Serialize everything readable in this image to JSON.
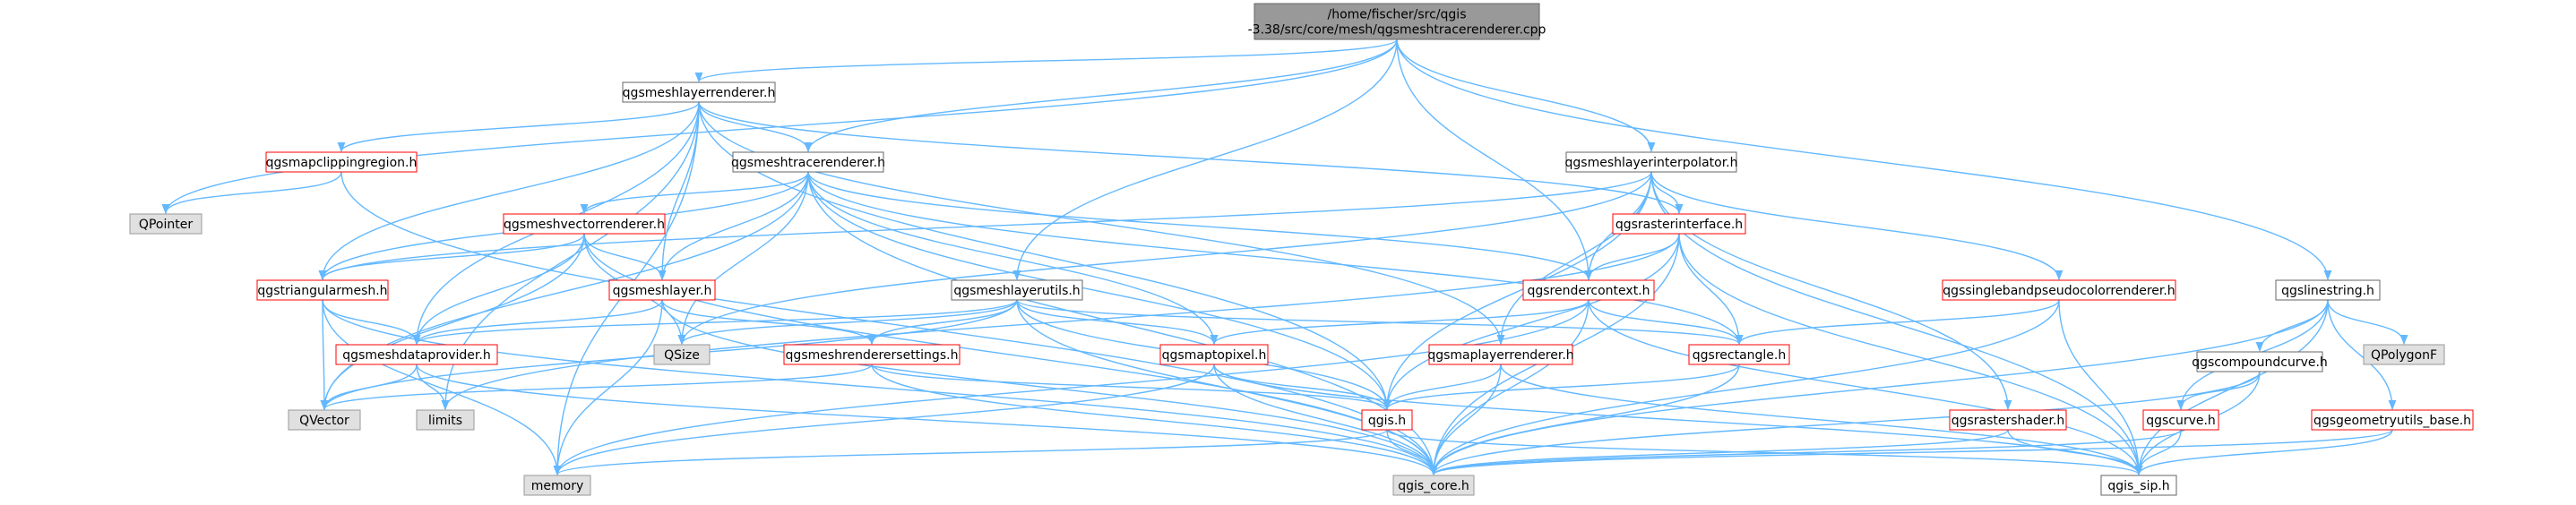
{
  "colors": {
    "edge": "#63B8FF",
    "root_fill": "#999999",
    "default_fill": "#ffffff",
    "default_stroke": "#666666",
    "red_stroke": "#ff0000",
    "grey_fill": "#e0e0e0",
    "grey_stroke": "#999999"
  },
  "nodes": {
    "root": {
      "lines": [
        "/home/fischer/src/qgis",
        "-3.38/src/core/mesh/qgsmeshtracerenderer.cpp"
      ],
      "style": "root"
    },
    "qgsmeshlayerrenderer": {
      "lines": [
        "qgsmeshlayerrenderer.h"
      ],
      "style": "default"
    },
    "qgsmapclippingregion": {
      "lines": [
        "qgsmapclippingregion.h"
      ],
      "style": "red"
    },
    "QPointer": {
      "lines": [
        "QPointer"
      ],
      "style": "grey"
    },
    "qgsmeshtracerenderer": {
      "lines": [
        "qgsmeshtracerenderer.h"
      ],
      "style": "default"
    },
    "qgsmeshlayerinterpolator": {
      "lines": [
        "qgsmeshlayerinterpolator.h"
      ],
      "style": "default"
    },
    "qgsmeshvectorrenderer": {
      "lines": [
        "qgsmeshvectorrenderer.h"
      ],
      "style": "red"
    },
    "qgsrasterinterface": {
      "lines": [
        "qgsrasterinterface.h"
      ],
      "style": "red"
    },
    "qgstriangularmesh": {
      "lines": [
        "qgstriangularmesh.h"
      ],
      "style": "red"
    },
    "qgsmeshlayer": {
      "lines": [
        "qgsmeshlayer.h"
      ],
      "style": "red"
    },
    "qgsmeshlayerutils": {
      "lines": [
        "qgsmeshlayerutils.h"
      ],
      "style": "default"
    },
    "qgsrendercontext": {
      "lines": [
        "qgsrendercontext.h"
      ],
      "style": "red"
    },
    "qgssinglebandpseudocolorrenderer": {
      "lines": [
        "qgssinglebandpseudocolorrenderer.h"
      ],
      "style": "red"
    },
    "qgslinestring": {
      "lines": [
        "qgslinestring.h"
      ],
      "style": "default"
    },
    "qgsmeshdataprovider": {
      "lines": [
        "qgsmeshdataprovider.h"
      ],
      "style": "red"
    },
    "QSize": {
      "lines": [
        "QSize"
      ],
      "style": "grey"
    },
    "qgsmeshrenderersettings": {
      "lines": [
        "qgsmeshrenderersettings.h"
      ],
      "style": "red"
    },
    "qgsmaptopixel": {
      "lines": [
        "qgsmaptopixel.h"
      ],
      "style": "red"
    },
    "qgsmaplayerrenderer": {
      "lines": [
        "qgsmaplayerrenderer.h"
      ],
      "style": "red"
    },
    "qgsrectangle": {
      "lines": [
        "qgsrectangle.h"
      ],
      "style": "red"
    },
    "qgscompoundcurve": {
      "lines": [
        "qgscompoundcurve.h"
      ],
      "style": "default"
    },
    "QPolygonF": {
      "lines": [
        "QPolygonF"
      ],
      "style": "grey"
    },
    "QVector": {
      "lines": [
        "QVector"
      ],
      "style": "grey"
    },
    "limits": {
      "lines": [
        "limits"
      ],
      "style": "grey"
    },
    "qgis": {
      "lines": [
        "qgis.h"
      ],
      "style": "red"
    },
    "qgsrastershader": {
      "lines": [
        "qgsrastershader.h"
      ],
      "style": "red"
    },
    "qgscurve": {
      "lines": [
        "qgscurve.h"
      ],
      "style": "red"
    },
    "qgsgeometryutils_base": {
      "lines": [
        "qgsgeometryutils_base.h"
      ],
      "style": "red"
    },
    "memory": {
      "lines": [
        "memory"
      ],
      "style": "grey"
    },
    "qgis_core": {
      "lines": [
        "qgis_core.h"
      ],
      "style": "grey"
    },
    "qgis_sip": {
      "lines": [
        "qgis_sip.h"
      ],
      "style": "default"
    }
  },
  "edges": [
    [
      "root",
      "qgsmeshlayerrenderer"
    ],
    [
      "root",
      "QPointer"
    ],
    [
      "root",
      "qgsmeshtracerenderer"
    ],
    [
      "root",
      "qgsmeshlayerinterpolator"
    ],
    [
      "root",
      "qgsmeshlayerutils"
    ],
    [
      "root",
      "qgsrendercontext"
    ],
    [
      "root",
      "qgslinestring"
    ],
    [
      "qgsmeshlayerrenderer",
      "qgsmapclippingregion"
    ],
    [
      "qgsmeshlayerrenderer",
      "qgsmeshtracerenderer"
    ],
    [
      "qgsmeshlayerrenderer",
      "qgsmeshlayer"
    ],
    [
      "qgsmeshlayerrenderer",
      "qgstriangularmesh"
    ],
    [
      "qgsmeshlayerrenderer",
      "qgsmeshdataprovider"
    ],
    [
      "qgsmeshlayerrenderer",
      "qgsrasterinterface"
    ],
    [
      "qgsmeshlayerrenderer",
      "qgsmaplayerrenderer"
    ],
    [
      "qgsmeshlayerrenderer",
      "qgis"
    ],
    [
      "qgsmeshlayerrenderer",
      "limits"
    ],
    [
      "qgsmeshlayerrenderer",
      "memory"
    ],
    [
      "qgsmapclippingregion",
      "QPointer"
    ],
    [
      "qgsmapclippingregion",
      "qgis_core"
    ],
    [
      "qgsmeshtracerenderer",
      "qgsmeshvectorrenderer"
    ],
    [
      "qgsmeshtracerenderer",
      "qgstriangularmesh"
    ],
    [
      "qgsmeshtracerenderer",
      "qgsmeshlayer"
    ],
    [
      "qgsmeshtracerenderer",
      "QSize"
    ],
    [
      "qgsmeshtracerenderer",
      "qgsrendercontext"
    ],
    [
      "qgsmeshtracerenderer",
      "qgsmaptopixel"
    ],
    [
      "qgsmeshtracerenderer",
      "qgis"
    ],
    [
      "qgsmeshtracerenderer",
      "qgis_core"
    ],
    [
      "qgsmeshtracerenderer",
      "qgsrectangle"
    ],
    [
      "qgsmeshtracerenderer",
      "QVector"
    ],
    [
      "qgsmeshlayerinterpolator",
      "qgsrasterinterface"
    ],
    [
      "qgsmeshlayerinterpolator",
      "qgssinglebandpseudocolorrenderer"
    ],
    [
      "qgsmeshlayerinterpolator",
      "qgsrendercontext"
    ],
    [
      "qgsmeshlayerinterpolator",
      "qgsmaplayerrenderer"
    ],
    [
      "qgsmeshlayerinterpolator",
      "qgsrastershader"
    ],
    [
      "qgsmeshlayerinterpolator",
      "qgis"
    ],
    [
      "qgsmeshlayerinterpolator",
      "qgis_sip"
    ],
    [
      "qgsmeshlayerinterpolator",
      "QSize"
    ],
    [
      "qgsmeshlayerinterpolator",
      "qgstriangularmesh"
    ],
    [
      "qgsmeshvectorrenderer",
      "qgstriangularmesh"
    ],
    [
      "qgsmeshvectorrenderer",
      "qgsmeshlayer"
    ],
    [
      "qgsmeshvectorrenderer",
      "qgsmeshdataprovider"
    ],
    [
      "qgsmeshvectorrenderer",
      "QSize"
    ],
    [
      "qgsmeshvectorrenderer",
      "QVector"
    ],
    [
      "qgsmeshvectorrenderer",
      "qgis_core"
    ],
    [
      "qgsrasterinterface",
      "qgsrendercontext"
    ],
    [
      "qgsrasterinterface",
      "qgsrectangle"
    ],
    [
      "qgsrasterinterface",
      "qgis"
    ],
    [
      "qgsrasterinterface",
      "qgis_core"
    ],
    [
      "qgsrasterinterface",
      "qgis_sip"
    ],
    [
      "qgsrasterinterface",
      "limits"
    ],
    [
      "qgstriangularmesh",
      "qgsmeshdataprovider"
    ],
    [
      "qgstriangularmesh",
      "QVector"
    ],
    [
      "qgstriangularmesh",
      "qgis_core"
    ],
    [
      "qgstriangularmesh",
      "memory"
    ],
    [
      "qgsmeshlayer",
      "qgsmeshdataprovider"
    ],
    [
      "qgsmeshlayer",
      "qgsmeshrenderersettings"
    ],
    [
      "qgsmeshlayer",
      "memory"
    ],
    [
      "qgsmeshlayer",
      "qgis_core"
    ],
    [
      "qgsmeshlayerutils",
      "qgsmeshdataprovider"
    ],
    [
      "qgsmeshlayerutils",
      "QSize"
    ],
    [
      "qgsmeshlayerutils",
      "qgsmeshrenderersettings"
    ],
    [
      "qgsmeshlayerutils",
      "qgsmaptopixel"
    ],
    [
      "qgsmeshlayerutils",
      "qgsrectangle"
    ],
    [
      "qgsmeshlayerutils",
      "QVector"
    ],
    [
      "qgsmeshlayerutils",
      "qgis_core"
    ],
    [
      "qgsmeshlayerutils",
      "qgis"
    ],
    [
      "qgsrendercontext",
      "qgsmaptopixel"
    ],
    [
      "qgsrendercontext",
      "qgsrectangle"
    ],
    [
      "qgsrendercontext",
      "qgis_core"
    ],
    [
      "qgsrendercontext",
      "qgis_sip"
    ],
    [
      "qgsrendercontext",
      "memory"
    ],
    [
      "qgssinglebandpseudocolorrenderer",
      "qgsrectangle"
    ],
    [
      "qgssinglebandpseudocolorrenderer",
      "qgis_core"
    ],
    [
      "qgssinglebandpseudocolorrenderer",
      "qgis_sip"
    ],
    [
      "qgslinestring",
      "qgscompoundcurve"
    ],
    [
      "qgslinestring",
      "QPolygonF"
    ],
    [
      "qgslinestring",
      "qgscurve"
    ],
    [
      "qgslinestring",
      "qgsgeometryutils_base"
    ],
    [
      "qgslinestring",
      "qgis_core"
    ],
    [
      "qgslinestring",
      "qgis_sip"
    ],
    [
      "qgsmeshdataprovider",
      "limits"
    ],
    [
      "qgsmeshdataprovider",
      "QVector"
    ],
    [
      "qgsmeshdataprovider",
      "qgis_core"
    ],
    [
      "qgsmeshrenderersettings",
      "qgis"
    ],
    [
      "qgsmeshrenderersettings",
      "qgis_core"
    ],
    [
      "qgsmeshrenderersettings",
      "QVector"
    ],
    [
      "qgsmaptopixel",
      "qgis"
    ],
    [
      "qgsmaptopixel",
      "qgis_core"
    ],
    [
      "qgsmaptopixel",
      "qgis_sip"
    ],
    [
      "qgsmaptopixel",
      "memory"
    ],
    [
      "qgsmaplayerrenderer",
      "qgis"
    ],
    [
      "qgsmaplayerrenderer",
      "qgis_core"
    ],
    [
      "qgsmaplayerrenderer",
      "qgis_sip"
    ],
    [
      "qgsrectangle",
      "qgis"
    ],
    [
      "qgsrectangle",
      "qgis_core"
    ],
    [
      "qgscompoundcurve",
      "qgscurve"
    ],
    [
      "qgscompoundcurve",
      "qgis_core"
    ],
    [
      "qgscompoundcurve",
      "qgis_sip"
    ],
    [
      "qgscurve",
      "qgis_core"
    ],
    [
      "qgscurve",
      "qgis_sip"
    ],
    [
      "qgsgeometryutils_base",
      "qgis_core"
    ],
    [
      "qgsgeometryutils_base",
      "qgis_sip"
    ],
    [
      "qgsrastershader",
      "qgis_core"
    ],
    [
      "qgsrastershader",
      "qgis_sip"
    ],
    [
      "qgis",
      "memory"
    ],
    [
      "qgis",
      "qgis_core"
    ],
    [
      "qgis",
      "qgis_sip"
    ]
  ]
}
